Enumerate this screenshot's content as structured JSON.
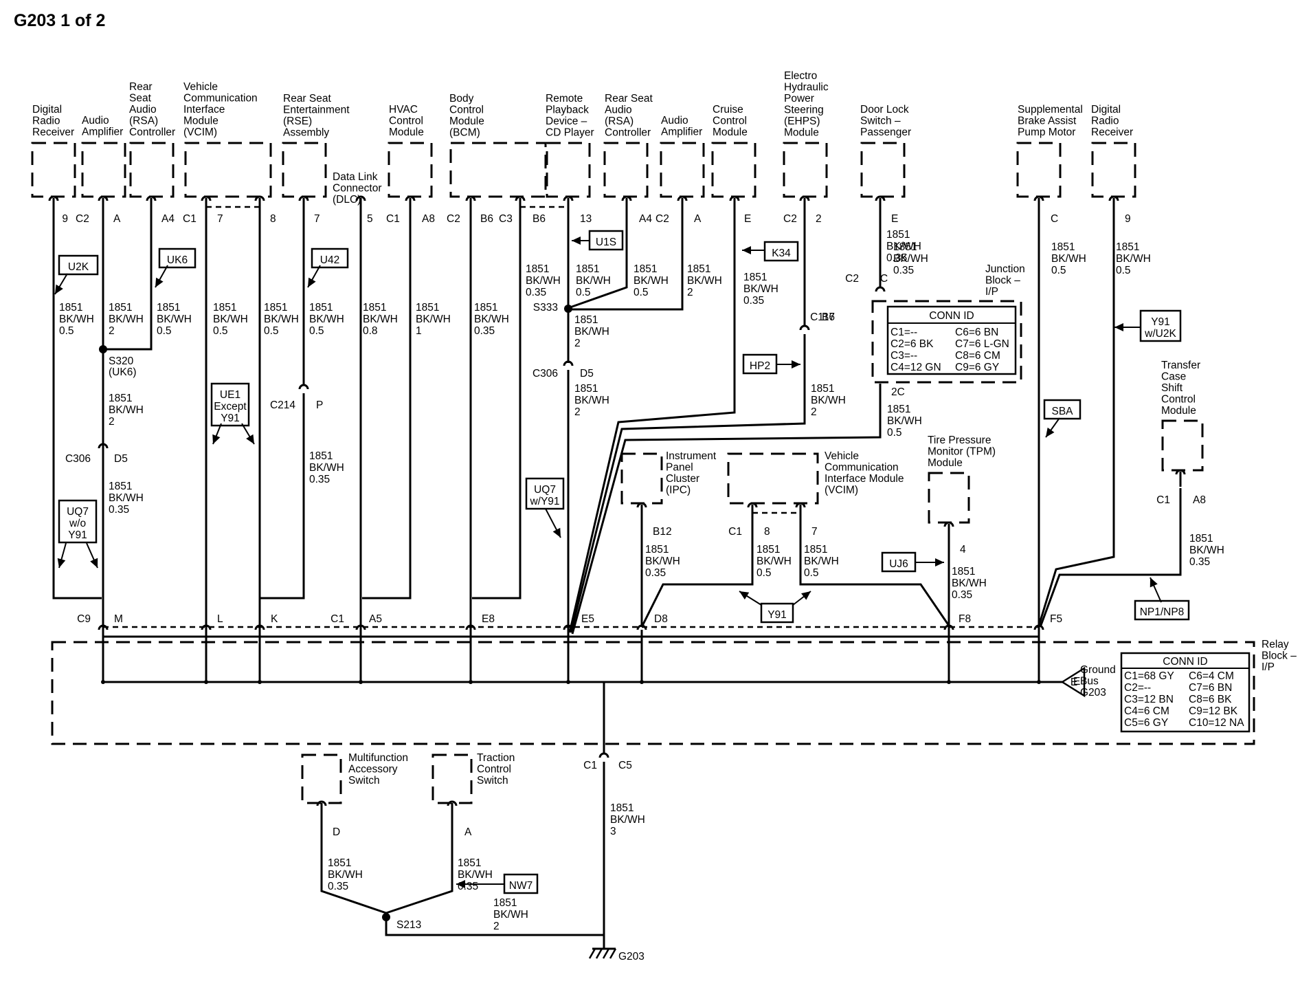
{
  "title": "G203 1 of 2",
  "components": [
    {
      "lines": [
        "Digital",
        "Radio",
        "Receiver"
      ]
    },
    {
      "lines": [
        "Audio",
        "Amplifier"
      ]
    },
    {
      "lines": [
        "Rear",
        "Seat",
        "Audio",
        "(RSA)",
        "Controller"
      ]
    },
    {
      "lines": [
        "Vehicle",
        "Communication",
        "Interface",
        "Module",
        "(VCIM)"
      ]
    },
    {
      "lines": [
        "Rear Seat",
        "Entertainment",
        "(RSE)",
        "Assembly"
      ]
    },
    {
      "lines": [
        "Data Link",
        "Connector",
        "(DLC)"
      ]
    },
    {
      "lines": [
        "HVAC",
        "Control",
        "Module"
      ]
    },
    {
      "lines": [
        "Body",
        "Control",
        "Module",
        "(BCM)"
      ]
    },
    {
      "lines": [
        "Remote",
        "Playback",
        "Device –",
        "CD Player"
      ]
    },
    {
      "lines": [
        "Rear Seat",
        "Audio",
        "(RSA)",
        "Controller"
      ]
    },
    {
      "lines": [
        "Audio",
        "Amplifier"
      ]
    },
    {
      "lines": [
        "Cruise",
        "Control",
        "Module"
      ]
    },
    {
      "lines": [
        "Electro",
        "Hydraulic",
        "Power",
        "Steering",
        "(EHPS)",
        "Module"
      ]
    },
    {
      "lines": [
        "Door Lock",
        "Switch –",
        "Passenger"
      ]
    },
    {
      "lines": [
        "Supplemental",
        "Brake Assist",
        "Pump Motor"
      ]
    },
    {
      "lines": [
        "Digital",
        "Radio",
        "Receiver"
      ]
    },
    {
      "lines": [
        "Junction",
        "Block –",
        "I/P"
      ]
    },
    {
      "lines": [
        "Transfer",
        "Case",
        "Shift",
        "Control",
        "Module"
      ]
    },
    {
      "lines": [
        "Instrument",
        "Panel",
        "Cluster",
        "(IPC)"
      ]
    },
    {
      "lines": [
        "Vehicle",
        "Communication",
        "Interface Module",
        "(VCIM)"
      ]
    },
    {
      "lines": [
        "Tire Pressure",
        "Monitor (TPM)",
        "Module"
      ]
    },
    {
      "lines": [
        "Relay",
        "Block –",
        "I/P"
      ]
    },
    {
      "lines": [
        "Ground",
        "Bus",
        "G203"
      ]
    },
    {
      "lines": [
        "Multifunction",
        "Accessory",
        "Switch"
      ]
    },
    {
      "lines": [
        "Traction",
        "Control",
        "Switch"
      ]
    }
  ],
  "pins": [
    "9",
    "C2",
    "A",
    "A4",
    "C1",
    "7",
    "8",
    "7",
    "5",
    "C1",
    "A8",
    "C2",
    "B6",
    "C3",
    "B6",
    "13",
    "A4",
    "C2",
    "A",
    "E",
    "C2",
    "2",
    "E",
    "C",
    "9",
    "C2",
    "C",
    "C116",
    "B7",
    "2C",
    "S320",
    "(UK6)",
    "C306",
    "D5",
    "C214",
    "P",
    "S333",
    "C306",
    "D5",
    "C1",
    "A8",
    "B12",
    "C1",
    "8",
    "7",
    "4",
    "C9",
    "M",
    "L",
    "K",
    "C1",
    "A5",
    "E8",
    "E5",
    "D8",
    "F8",
    "F5",
    "E",
    "C1",
    "C5",
    "D",
    "A",
    "S213",
    "G203"
  ],
  "wires": [
    [
      "1851",
      "BK/WH",
      "0.5"
    ],
    [
      "1851",
      "BK/WH",
      "2"
    ],
    [
      "1851",
      "BK/WH",
      "0.5"
    ],
    [
      "1851",
      "BK/WH",
      "0.5"
    ],
    [
      "1851",
      "BK/WH",
      "0.5"
    ],
    [
      "1851",
      "BK/WH",
      "0.5"
    ],
    [
      "1851",
      "BK/WH",
      "0.8"
    ],
    [
      "1851",
      "BK/WH",
      "1"
    ],
    [
      "1851",
      "BK/WH",
      "0.35"
    ],
    [
      "1851",
      "BK/WH",
      "0.35"
    ],
    [
      "1851",
      "BK/WH",
      "0.5"
    ],
    [
      "1851",
      "BK/WH",
      "0.5"
    ],
    [
      "1851",
      "BK/WH",
      "2"
    ],
    [
      "1851",
      "BK/WH",
      "0.35"
    ],
    [
      "1851",
      "BK/WH",
      "0.35"
    ],
    [
      "1851",
      "BK/WH",
      "0.35"
    ],
    [
      "1851",
      "BK/WH",
      "0.5"
    ],
    [
      "1851",
      "BK/WH",
      "0.5"
    ],
    [
      "1851",
      "BK/WH",
      "2"
    ],
    [
      "1851",
      "BK/WH",
      "2"
    ],
    [
      "1851",
      "BK/WH",
      "2"
    ],
    [
      "1851",
      "BK/WH",
      "0.5"
    ],
    [
      "1851",
      "BK/WH",
      "2"
    ],
    [
      "1851",
      "BK/WH",
      "0.35"
    ],
    [
      "1851",
      "BK/WH",
      "0.35"
    ],
    [
      "1851",
      "BK/WH",
      "0.35"
    ],
    [
      "1851",
      "BK/WH",
      "0.5"
    ],
    [
      "1851",
      "BK/WH",
      "0.5"
    ],
    [
      "1851",
      "BK/WH",
      "0.35"
    ],
    [
      "1851",
      "BK/WH",
      "0.35"
    ],
    [
      "1851",
      "BK/WH",
      "3"
    ],
    [
      "1851",
      "BK/WH",
      "0.35"
    ],
    [
      "1851",
      "BK/WH",
      "0.35"
    ],
    [
      "1851",
      "BK/WH",
      "2"
    ]
  ],
  "options": [
    {
      "lines": [
        "U2K"
      ]
    },
    {
      "lines": [
        "UK6"
      ]
    },
    {
      "lines": [
        "U42"
      ]
    },
    {
      "lines": [
        "U1S"
      ]
    },
    {
      "lines": [
        "K34"
      ]
    },
    {
      "lines": [
        "HP2"
      ]
    },
    {
      "lines": [
        "Y91",
        "w/U2K"
      ]
    },
    {
      "lines": [
        "SBA"
      ]
    },
    {
      "lines": [
        "UE1",
        "Except",
        "Y91"
      ]
    },
    {
      "lines": [
        "UQ7",
        "w/o",
        "Y91"
      ]
    },
    {
      "lines": [
        "UQ7",
        "w/Y91"
      ]
    },
    {
      "lines": [
        "UJ6"
      ]
    },
    {
      "lines": [
        "Y91"
      ]
    },
    {
      "lines": [
        "NP1/NP8"
      ]
    },
    {
      "lines": [
        "NW7"
      ]
    }
  ],
  "conn_jb": {
    "title": "CONN ID",
    "rows": [
      [
        "C1=--",
        "C6=6 BN"
      ],
      [
        "C2=6 BK",
        "C7=6 L-GN"
      ],
      [
        "C3=--",
        "C8=6 CM"
      ],
      [
        "C4=12 GN",
        "C9=6 GY"
      ]
    ]
  },
  "conn_rb": {
    "title": "CONN ID",
    "rows": [
      [
        "C1=68 GY",
        "C6=4 CM"
      ],
      [
        "C2=--",
        "C7=6 BN"
      ],
      [
        "C3=12 BN",
        "C8=6 BK"
      ],
      [
        "C4=6 CM",
        "C9=12 BK"
      ],
      [
        "C5=6 GY",
        "C10=12 NA"
      ]
    ]
  }
}
